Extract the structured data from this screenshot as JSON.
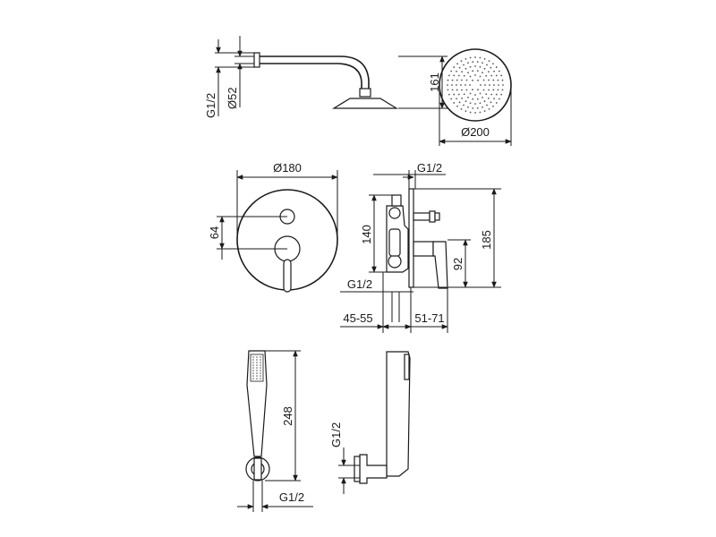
{
  "shower_head": {
    "thread_label": "G1/2",
    "connector_diameter": "Ø52",
    "height": "161",
    "head_diameter": "Ø200"
  },
  "mixer_front": {
    "plate_diameter": "Ø180",
    "handle_spacing": "64"
  },
  "mixer_side": {
    "top_outlet": "G1/2",
    "bottom_outlet": "G1/2",
    "inner_height": "140",
    "total_height": "185",
    "lever_height": "92",
    "wall_depth": "45-55",
    "projection": "51-71"
  },
  "hand_shower": {
    "length": "248",
    "thread_label": "G1/2"
  },
  "hose_holder": {
    "thread_label": "G1/2"
  }
}
